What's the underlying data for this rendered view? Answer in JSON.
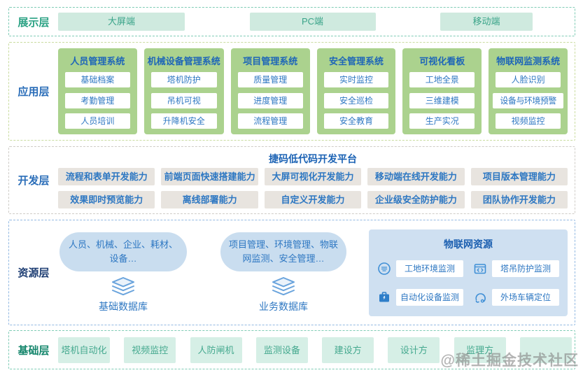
{
  "watermark": "@稀土掘金技术社区",
  "colors": {
    "display_accent": "#2ba284",
    "display_box_bg": "#cfeadf",
    "app_column_green": "#abd28e",
    "blue_text": "#2d77c2",
    "header_blue": "#1e66b8",
    "dev_box_gray": "#e8e4df",
    "resource_bubble_bg": "#c9ddef",
    "iot_panel_bg": "#cfe0f1",
    "foundation_box_bg": "#d6efe6",
    "navy_label": "#1e3e73"
  },
  "layers": {
    "display": {
      "label": "展示层",
      "items": [
        "大屏端",
        "PC端",
        "移动端"
      ]
    },
    "application": {
      "label": "应用层",
      "systems": [
        {
          "title": "人员管理系统",
          "items": [
            "基础档案",
            "考勤管理",
            "人员培训"
          ]
        },
        {
          "title": "机械设备管理系统",
          "items": [
            "塔机防护",
            "吊机可视",
            "升降机安全"
          ]
        },
        {
          "title": "项目管理系统",
          "items": [
            "质量管理",
            "进度管理",
            "流程管理"
          ]
        },
        {
          "title": "安全管理系统",
          "items": [
            "实时监控",
            "安全巡检",
            "安全教育"
          ]
        },
        {
          "title": "可视化看板",
          "items": [
            "工地全景",
            "三维建模",
            "生产实况"
          ]
        },
        {
          "title": "物联网监测系统",
          "items": [
            "人脸识别",
            "设备与环境预警",
            "视频监控"
          ]
        }
      ]
    },
    "development": {
      "label": "开发层",
      "platform_title": "捷码低代码开发平台",
      "row1": [
        "流程和表单开发能力",
        "前端页面快速搭建能力",
        "大屏可视化开发能力",
        "移动端在线开发能力",
        "项目版本管理能力"
      ],
      "row2": [
        "效果即时预览能力",
        "离线部署能力",
        "自定义开发能力",
        "企业级安全防护能力",
        "团队协作开发能力"
      ]
    },
    "resource": {
      "label": "资源层",
      "databases": [
        {
          "bubble": "人员、机械、企业、耗材、设备…",
          "name": "基础数据库"
        },
        {
          "bubble": "项目管理、环境管理、物联网监测、安全管理…",
          "name": "业务数据库"
        }
      ],
      "iot": {
        "title": "物联网资源",
        "items": [
          {
            "label": "工地环境监测",
            "icon": "site-environment-icon"
          },
          {
            "label": "塔吊防护监测",
            "icon": "tower-crane-monitor-icon"
          },
          {
            "label": "自动化设备监测",
            "icon": "automation-device-icon"
          },
          {
            "label": "外场车辆定位",
            "icon": "vehicle-location-icon"
          }
        ]
      }
    },
    "foundation": {
      "label": "基础层",
      "items": [
        "塔机自动化",
        "视频监控",
        "人防闸机",
        "监测设备",
        "建设方",
        "设计方",
        "监理方",
        ""
      ]
    }
  }
}
